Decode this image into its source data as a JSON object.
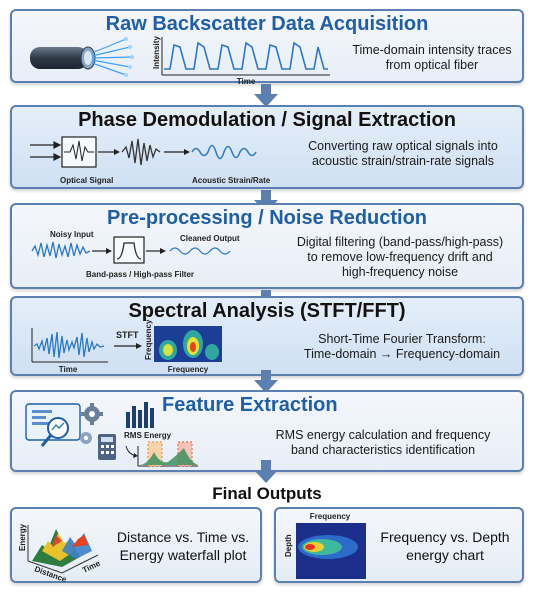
{
  "colors": {
    "title_blue": "#1f5ea8",
    "border": "#5b7fb0",
    "arrow": "#5b7fb0",
    "signal": "#2a78c8"
  },
  "stages": [
    {
      "title": "Raw Backscatter Data Acquisition",
      "description": [
        "Time-domain intensity traces",
        "from optical fiber"
      ],
      "labels": {
        "y_axis": "Intensity",
        "x_axis": "Time"
      },
      "icons": [
        "optical-fiber-cable-icon"
      ]
    },
    {
      "title": "Phase Demodulation / Signal Extraction",
      "description": [
        "Converting raw optical signals into",
        "acoustic strain/strain-rate signals"
      ],
      "labels": {
        "input": "Optical Signal",
        "output": "Acoustic Strain/Rate"
      },
      "icons": [
        "demodulator-icon"
      ]
    },
    {
      "title": "Pre-processing / Noise Reduction",
      "description": [
        "Digital filtering (band-pass/high-pass)",
        "to remove low-frequency drift and",
        "high-frequency noise"
      ],
      "labels": {
        "input": "Noisy Input",
        "filter": "Band-pass / High-pass Filter",
        "output": "Cleaned Output"
      },
      "icons": [
        "filter-icon"
      ]
    },
    {
      "title": "Spectral Analysis (STFT/FFT)",
      "description": [
        "Short-Time Fourier Transform:",
        "Time-domain → Frequency-domain"
      ],
      "labels": {
        "x_axis": "Time",
        "transform": "STFT",
        "spec_y": "Frequency",
        "spec_x": "Frequency"
      },
      "icons": [
        "spectrogram-icon"
      ]
    },
    {
      "title": "Feature Extraction",
      "description": [
        "RMS energy calculation and frequency",
        "band characteristics identification"
      ],
      "labels": {
        "rms": "RMS Energy"
      },
      "icons": [
        "magnifier-chart-icon",
        "gear-icon",
        "calculator-icon",
        "bar-chart-icon"
      ]
    }
  ],
  "final": {
    "title": "Final Outputs",
    "outputs": [
      {
        "text": [
          "Distance vs. Time vs.",
          "Energy waterfall plot"
        ],
        "labels": {
          "energy": "Energy",
          "distance": "Distance",
          "time": "Time"
        },
        "icon": "waterfall-plot-icon"
      },
      {
        "text": [
          "Frequency vs. Depth",
          "energy chart"
        ],
        "labels": {
          "frequency": "Frequency",
          "depth": "Depth"
        },
        "icon": "heatmap-icon"
      }
    ]
  }
}
